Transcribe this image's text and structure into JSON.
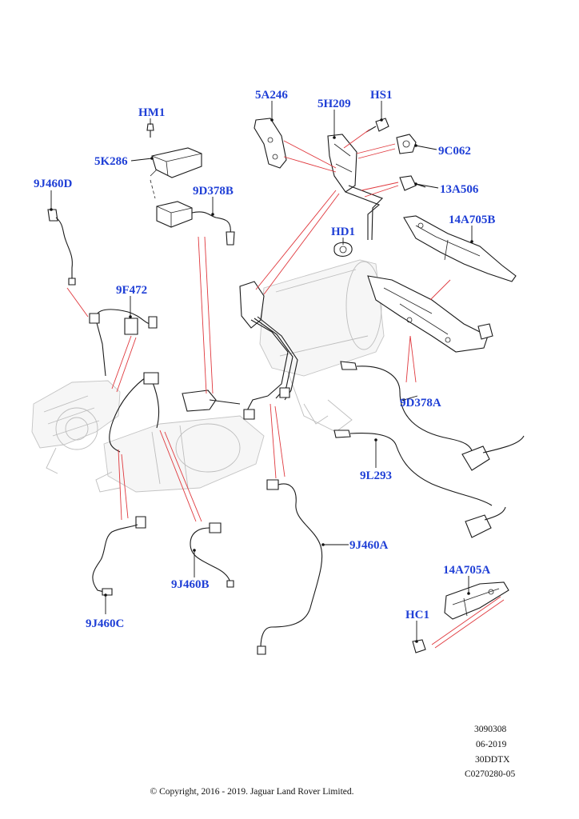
{
  "labels": {
    "hm1": "HM1",
    "k5k286": "5K286",
    "a5a246": "5A246",
    "h5h209": "5H209",
    "hs1": "HS1",
    "c9c062": "9C062",
    "a13a506": "13A506",
    "j9j460d": "9J460D",
    "d9d378b": "9D378B",
    "hd1": "HD1",
    "a14a705b": "14A705B",
    "f9f472": "9F472",
    "d9d378a": "9D378A",
    "l9l293": "9L293",
    "j9j460a": "9J460A",
    "j9j460b": "9J460B",
    "j9j460c": "9J460C",
    "a14a705a": "14A705A",
    "hc1": "HC1"
  },
  "meta": {
    "illustration_number": "3090308",
    "date": "06-2019",
    "engine_code": "30DDTX",
    "reference": "C0270280-05"
  },
  "copyright": "© Copyright, 2016 - 2019. Jaguar Land Rover Limited.",
  "colors": {
    "label_blue": "#1f3fd6",
    "callout_red": "#e0383d",
    "line_black": "#1a1a1a",
    "ghost_gray": "#bdbdbd"
  }
}
